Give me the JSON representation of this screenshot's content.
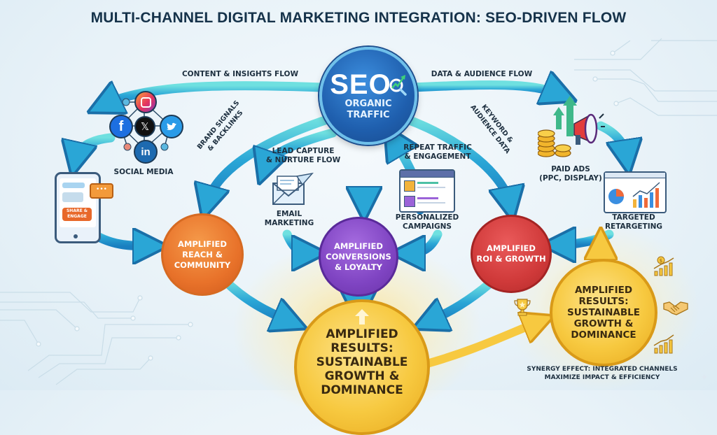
{
  "title": "MULTI-CHANNEL DIGITAL MARKETING INTEGRATION: SEO-DRIVEN FLOW",
  "hub": {
    "heading": "SEO",
    "subtitle_line1": "ORGANIC",
    "subtitle_line2": "TRAFFIC",
    "icon": "magnifier-growth-arrow-icon",
    "color": "#1f5fae"
  },
  "flow_labels": {
    "left_top": "CONTENT & INSIGHTS FLOW",
    "right_top": "DATA & AUDIENCE FLOW",
    "brand_signals_line1": "BRAND SIGNALS",
    "brand_signals_line2": "& BACKLINKS",
    "lead_capture_line1": "LEAD CAPTURE",
    "lead_capture_line2": "& NURTURE FLOW",
    "repeat_traffic_line1": "REPEAT TRAFFIC",
    "repeat_traffic_line2": "& ENGAGEMENT",
    "keyword_line1": "KEYWORD &",
    "keyword_line2": "AUDIENCE DATA"
  },
  "channels": {
    "social_media": {
      "label": "SOCIAL MEDIA",
      "icons": [
        "instagram-icon",
        "facebook-icon",
        "x-icon",
        "twitter-icon",
        "linkedin-icon"
      ]
    },
    "share_device": {
      "button_line1": "SHARE &",
      "button_line2": "ENGAGE",
      "icon": "tablet-chat-icon"
    },
    "email": {
      "label_line1": "EMAIL",
      "label_line2": "MARKETING",
      "icon": "envelope-paper-plane-icon"
    },
    "personalized": {
      "label_line1": "PERSONALIZED",
      "label_line2": "CAMPAIGNS",
      "icon": "browser-window-icon"
    },
    "paid_ads": {
      "label_line1": "PAID ADS",
      "label_line2": "(PPC, DISPLAY)",
      "icon": "coins-megaphone-icon"
    },
    "retargeting": {
      "label_line1": "TARGETED",
      "label_line2": "RETARGETING",
      "icon": "dashboard-charts-icon"
    }
  },
  "outcomes": {
    "reach": {
      "line1": "AMPLIFIED",
      "line2": "REACH &",
      "line3": "COMMUNITY",
      "color": "#e8722a"
    },
    "conversions": {
      "line1": "AMPLIFIED",
      "line2": "CONVERSIONS",
      "line3": "& LOYALTY",
      "color": "#7f44c2"
    },
    "roi": {
      "line1": "AMPLIFIED",
      "line2": "ROI & GROWTH",
      "color": "#d03a3a"
    }
  },
  "results_main": {
    "line1": "AMPLIFIED",
    "line2": "RESULTS:",
    "line3": "SUSTAINABLE",
    "line4": "GROWTH &",
    "line5": "DOMINANCE",
    "color": "#f7c940"
  },
  "results_secondary": {
    "line1": "AMPLIFIED",
    "line2": "RESULTS:",
    "line3": "SUSTAINABLE",
    "line4": "GROWTH &",
    "line5": "DOMINANCE",
    "side_icons": [
      "trophy-icon",
      "dollar-growth-chart-icon",
      "handshake-icon",
      "growth-chart-icon"
    ]
  },
  "synergy": {
    "line1": "SYNERGY EFFECT: INTEGRATED CHANNELS",
    "line2": "MAXIMIZE IMPACT & EFFICIENCY"
  }
}
